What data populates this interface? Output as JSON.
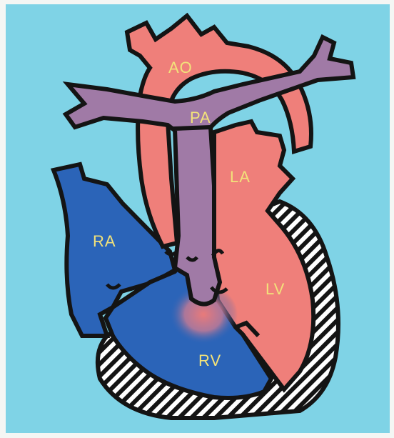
{
  "diagram": {
    "labels": {
      "ao": "AO",
      "pa": "PA",
      "la": "LA",
      "ra": "RA",
      "lv": "LV",
      "rv": "RV"
    },
    "colors": {
      "background": "#7fd3e6",
      "frame": "#f4f6f4",
      "oxygenated_red": "#ef7f7a",
      "deoxygenated_blue": "#2b64b8",
      "mixed_purple": "#a07aa6",
      "outline": "#141414",
      "label_yellow": "#f2e27a",
      "wall_stripe": "#ffffff"
    }
  }
}
